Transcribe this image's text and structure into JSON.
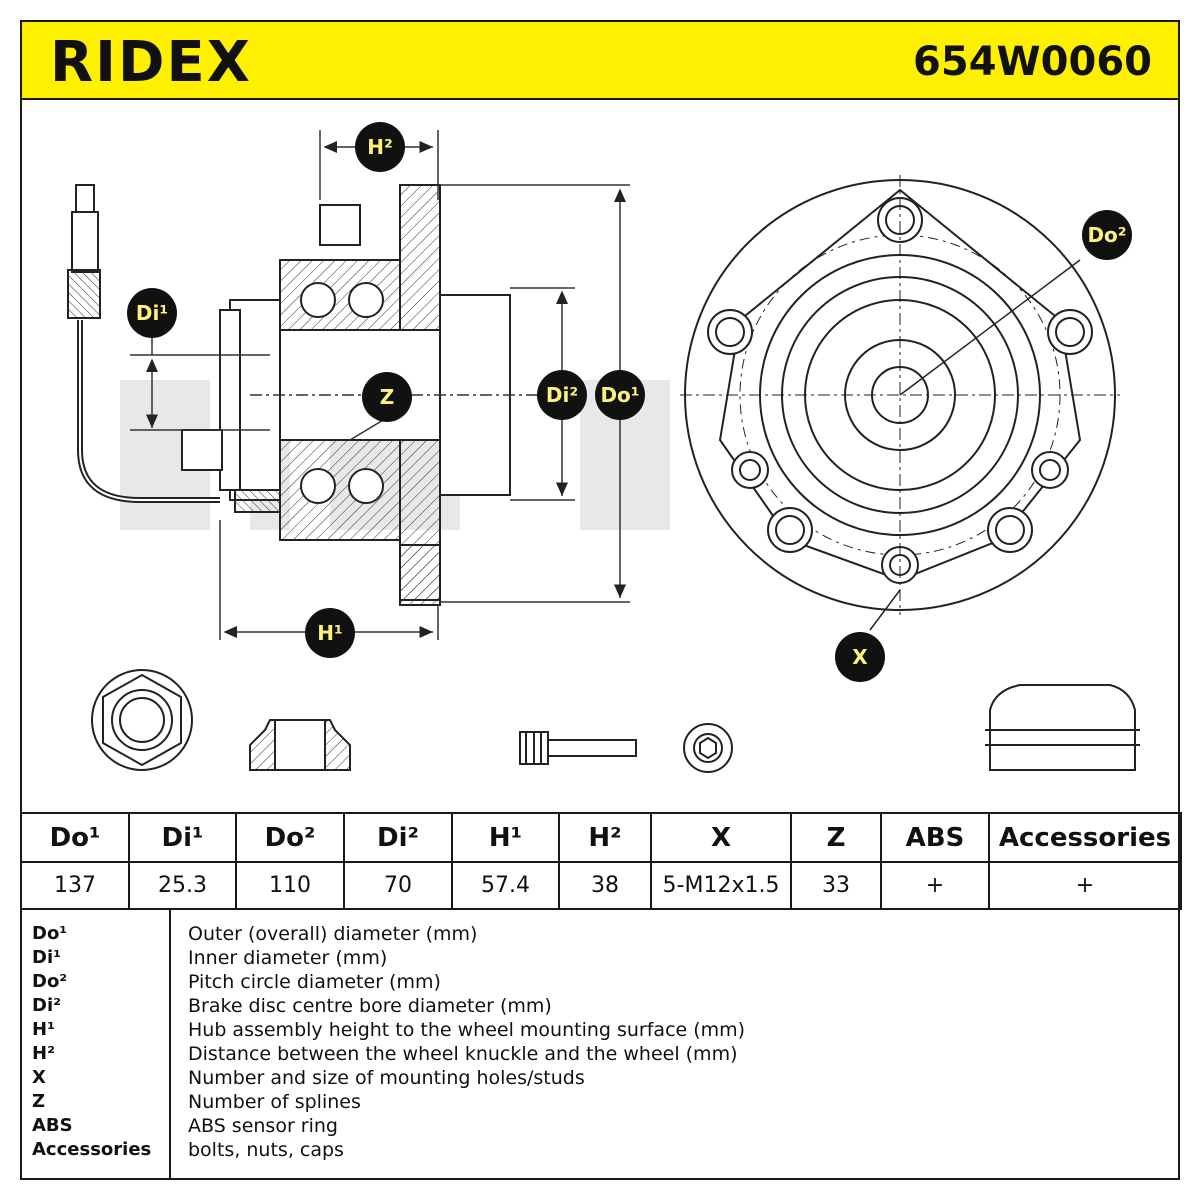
{
  "header": {
    "brand": "RIDEX",
    "part_number": "654W0060",
    "brand_color": "#ffef00"
  },
  "labels": {
    "h2": "H²",
    "h1": "H¹",
    "di1": "Di¹",
    "di2": "Di²",
    "do1": "Do¹",
    "do2": "Do²",
    "z": "Z",
    "x": "X"
  },
  "table": {
    "headers": [
      "Do¹",
      "Di¹",
      "Do²",
      "Di²",
      "H¹",
      "H²",
      "X",
      "Z",
      "ABS",
      "Accessories"
    ],
    "values": [
      "137",
      "25.3",
      "110",
      "70",
      "57.4",
      "38",
      "5-M12x1.5",
      "33",
      "+",
      "+"
    ]
  },
  "legend": [
    {
      "key": "Do¹",
      "desc": "Outer (overall) diameter (mm)"
    },
    {
      "key": "Di¹",
      "desc": "Inner diameter (mm)"
    },
    {
      "key": "Do²",
      "desc": "Pitch circle diameter (mm)"
    },
    {
      "key": "Di²",
      "desc": "Brake disc centre bore diameter (mm)"
    },
    {
      "key": "H¹",
      "desc": "Hub assembly height to the wheel mounting surface (mm)"
    },
    {
      "key": "H²",
      "desc": "Distance between the wheel knuckle and the wheel (mm)"
    },
    {
      "key": "X",
      "desc": "Number and size of mounting holes/studs"
    },
    {
      "key": "Z",
      "desc": "Number of splines"
    },
    {
      "key": "ABS",
      "desc": "ABS sensor ring"
    },
    {
      "key": "Accessories",
      "desc": "bolts, nuts, caps"
    }
  ]
}
